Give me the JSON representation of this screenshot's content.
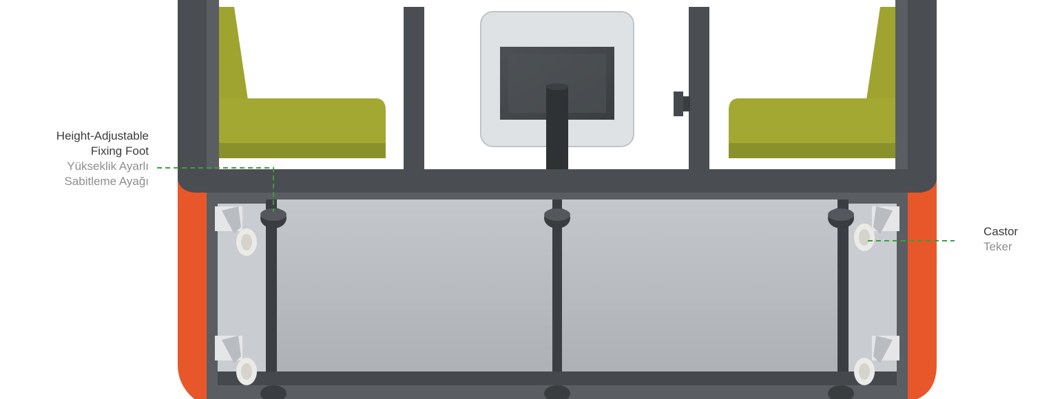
{
  "annotations": {
    "fixing_foot": {
      "en_line1": "Height-Adjustable",
      "en_line2": "Fixing Foot",
      "tr_line1": "Yükseklik Ayarlı",
      "tr_line2": "Sabitleme Ayağı"
    },
    "castor": {
      "en": "Castor",
      "tr": "Teker"
    }
  },
  "colors": {
    "frame": "#4a4e52",
    "seat": "#9ea42f",
    "shell": "#e8572a",
    "glass": "#b9bdc1",
    "leader": "#3f9b3f"
  },
  "icons": [
    "height-adjustable-fixing-foot",
    "castor-wheel",
    "table-monitor"
  ]
}
